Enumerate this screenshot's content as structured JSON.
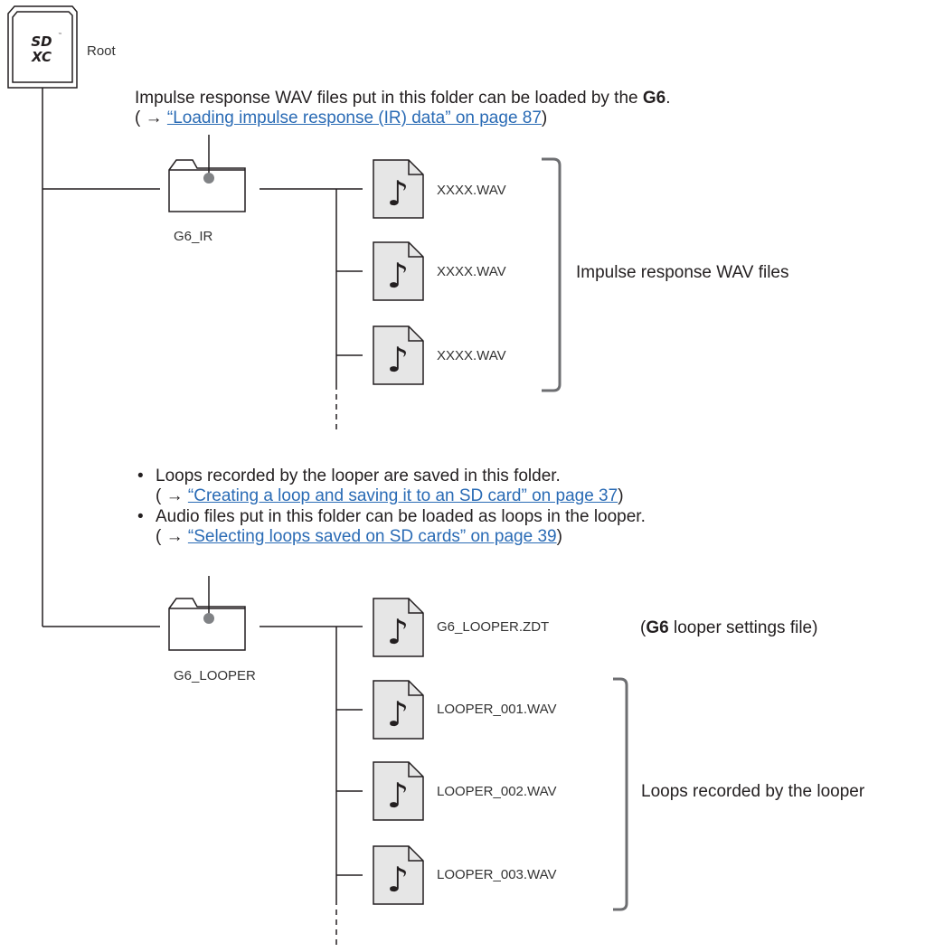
{
  "root": {
    "label": "Root",
    "card_logo_top": "SD",
    "card_logo_bottom": "XC",
    "card_logo_tm": "™"
  },
  "ir_section": {
    "description_prefix": "Impulse response WAV files put in this folder can be loaded by the ",
    "description_bold": "G6",
    "description_suffix": ".",
    "ref_open": "( → ",
    "ref_link": "“Loading impulse response (IR) data” on page 87",
    "ref_close": ")",
    "folder_label": "G6_IR",
    "files": [
      "XXXX.WAV",
      "XXXX.WAV",
      "XXXX.WAV"
    ],
    "group_label": "Impulse response WAV files"
  },
  "looper_section": {
    "bullets": [
      {
        "bullet": "•",
        "text": "Loops recorded by the looper are saved in this folder.",
        "ref_open": "( → ",
        "ref_link": "“Creating a loop and saving it to an SD card” on page 37",
        "ref_close": ")"
      },
      {
        "bullet": "•",
        "text": "Audio files put in this folder can be loaded as loops in the looper.",
        "ref_open": "( → ",
        "ref_link": "“Selecting loops saved on SD cards” on page 39",
        "ref_close": ")"
      }
    ],
    "folder_label": "G6_LOOPER",
    "settings_file": "G6_LOOPER.ZDT",
    "settings_note_open": "(",
    "settings_note_bold": "G6",
    "settings_note_rest": " looper settings file)",
    "files": [
      "LOOPER_001.WAV",
      "LOOPER_002.WAV",
      "LOOPER_003.WAV"
    ],
    "group_label": "Loops recorded by the looper"
  },
  "colors": {
    "line": "#231f20",
    "file_fill": "#e6e6e6",
    "bracket": "#6d6e71",
    "link": "#2a6bb5",
    "dot": "#808285"
  }
}
